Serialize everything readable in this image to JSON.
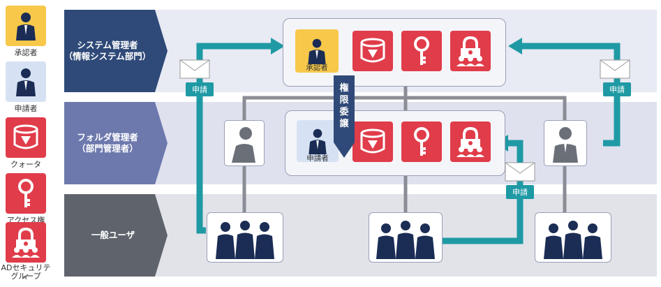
{
  "legend": [
    {
      "label": "承認者",
      "icon": "approver-icon",
      "color": "#f7c84a"
    },
    {
      "label": "申請者",
      "icon": "applicant-icon",
      "color": "#d6e2f3"
    },
    {
      "label": "クォータ",
      "icon": "quota-icon",
      "color": "#e03c4a"
    },
    {
      "label": "アクセス権",
      "icon": "key-icon",
      "color": "#e03c4a"
    },
    {
      "label_line1": "ADセキュリティ",
      "label_line2": "グループ",
      "icon": "security-group-icon",
      "color": "#e03c4a"
    }
  ],
  "bands": {
    "system_admin": {
      "line1": "システム管理者",
      "line2": "（情報システム部門）"
    },
    "folder_admin": {
      "line1": "フォルダ管理者",
      "line2": "（部門管理者）"
    },
    "general_user": {
      "line1": "一般ユーザ"
    }
  },
  "top_box": {
    "role_label": "承認者"
  },
  "mid_box": {
    "role_label": "申請者"
  },
  "delegation": {
    "chars": [
      "権",
      "限",
      "委",
      "譲"
    ]
  },
  "request_labels": {
    "left": "申請",
    "right": "申請",
    "middle": "申請"
  },
  "colors": {
    "teal": "#1f9aa4",
    "red": "#e03c4a",
    "yellow": "#f7c84a",
    "navy": "#1b2d55"
  }
}
